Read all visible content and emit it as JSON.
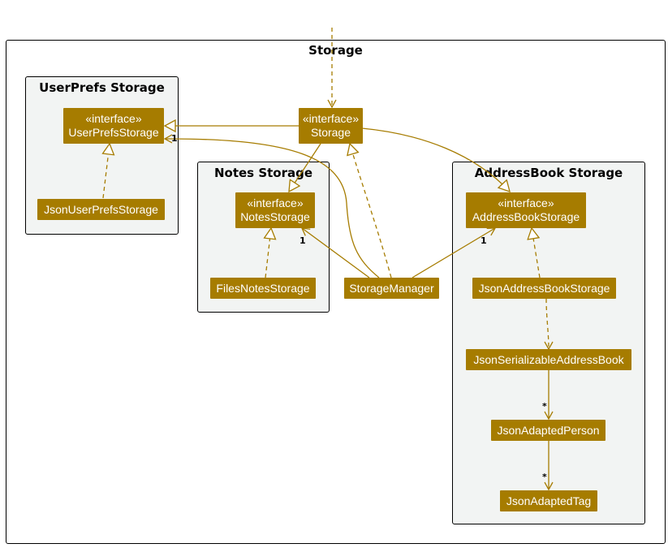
{
  "diagram": {
    "title": "Storage",
    "accent_color": "#a67c00",
    "packages": {
      "userprefs": "UserPrefs Storage",
      "notes": "Notes Storage",
      "addressbook": "AddressBook Storage"
    },
    "stereotype": "«interface»",
    "nodes": {
      "storage": "Storage",
      "userprefs_storage": "UserPrefsStorage",
      "json_userprefs_storage": "JsonUserPrefsStorage",
      "notes_storage": "NotesStorage",
      "files_notes_storage": "FilesNotesStorage",
      "storage_manager": "StorageManager",
      "addressbook_storage": "AddressBookStorage",
      "json_addressbook_storage": "JsonAddressBookStorage",
      "json_serializable_addressbook": "JsonSerializableAddressBook",
      "json_adapted_person": "JsonAdaptedPerson",
      "json_adapted_tag": "JsonAdaptedTag"
    },
    "multiplicities": {
      "userprefs": "1",
      "notes": "1",
      "addressbook": "1",
      "person": "*",
      "tag": "*"
    }
  }
}
